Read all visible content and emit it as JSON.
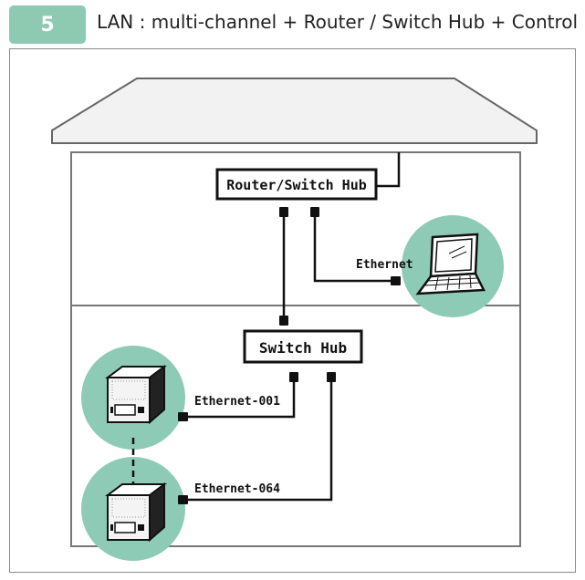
{
  "header": {
    "step_number": "5",
    "title": "LAN : multi-channel + Router / Switch Hub + Control PC"
  },
  "diagram": {
    "router_label": "Router/Switch Hub",
    "switch_label": "Switch Hub",
    "pc_link_label": "Ethernet",
    "device_first_label": "Ethernet-001",
    "device_last_label": "Ethernet-064"
  },
  "colors": {
    "badge": "#8ec9b1",
    "circle": "#8ecbb6",
    "house_fill": "#f2f2f2",
    "line": "#111111"
  },
  "icons": [
    "laptop-icon",
    "device-unit-icon",
    "device-unit-icon"
  ]
}
